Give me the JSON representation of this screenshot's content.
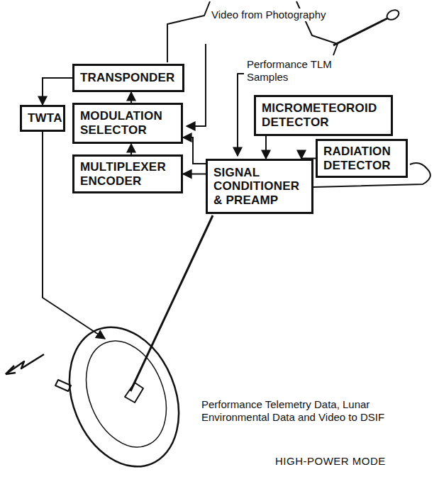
{
  "diagram": {
    "caption": "HIGH-POWER MODE",
    "nodes": [
      {
        "text": [
          "TRANSPONDER"
        ]
      },
      {
        "text": [
          "TWTA"
        ]
      },
      {
        "text": [
          "MODULATION SELECTOR"
        ]
      },
      {
        "text": [
          "MULTIPLEXER ENCODER"
        ]
      },
      {
        "text": [
          "MICROMETEOROID DETECTOR"
        ]
      },
      {
        "text": [
          "RADIATION DETECTOR"
        ]
      },
      {
        "text": [
          "SIGNAL CONDITIONER & PREAMP"
        ]
      }
    ],
    "edges": [
      {
        "from": 2,
        "to": 0,
        "arrow": "to"
      },
      {
        "from": 0,
        "to": 1,
        "arrow": "to"
      },
      {
        "from": 3,
        "to": 2,
        "arrow": "to"
      },
      {
        "from": 6,
        "to": 3,
        "arrow": "to"
      },
      {
        "from": 6,
        "to": 2,
        "arrow": "to"
      },
      {
        "from": 4,
        "to": 6,
        "arrow": "to"
      },
      {
        "from": 5,
        "to": 6,
        "arrow": "to"
      }
    ],
    "labels": [
      "Video from Photography",
      "Performance TLM Samples",
      "Performance Telemetry Data, Lunar Environmental Data and Video to DSIF"
    ]
  }
}
